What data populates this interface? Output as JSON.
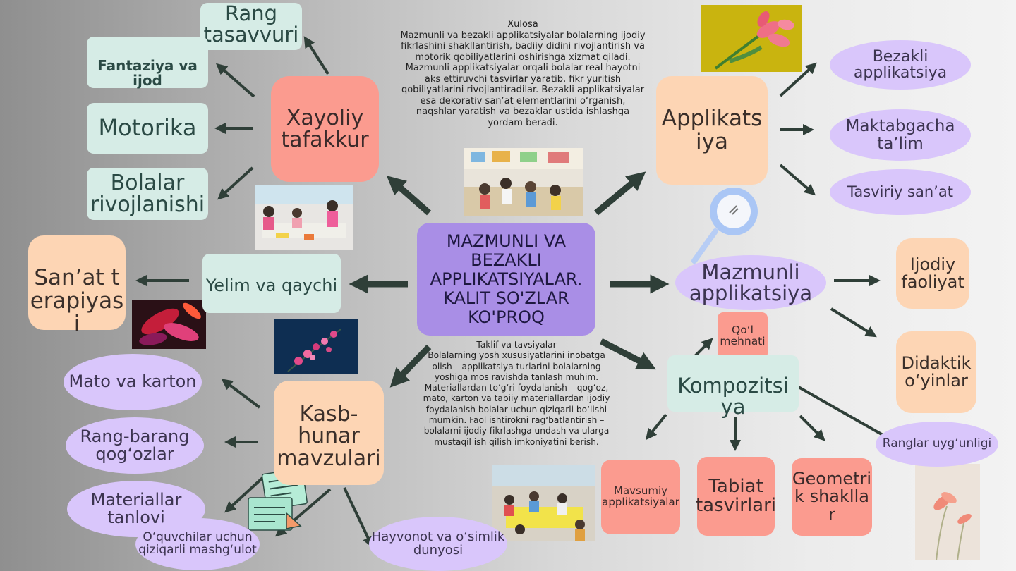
{
  "center": {
    "title": "MAZMUNLI VA BEZAKLI APPLIKATSIYALAR. KALIT SO'ZLAR KO'PROQ"
  },
  "xulosa": {
    "heading": "Xulosa",
    "text": "Mazmunli va bezakli applikatsiyalar bolalarning ijodiy fikrlashini shakllantirish, badiiy didini rivojlantirish va motorik qobiliyatlarini oshirishga xizmat qiladi. Mazmunli applikatsiyalar orqali bolalar real hayotni aks ettiruvchi tasvirlar yaratib, fikr yuritish qobiliyatlarini rivojlantiradilar. Bezakli applikatsiyalar esa dekorativ san’at elementlarini o‘rganish, naqshlar yaratish va bezaklar ustida ishlashga yordam beradi."
  },
  "taklif": {
    "heading": "Taklif va tavsiyalar",
    "text": "Bolalarning yosh xususiyatlarini inobatga olish – applikatsiya turlarini bolalarning yoshiga mos ravishda tanlash muhim. Materiallardan to‘g‘ri foydalanish – qog‘oz, mato, karton va tabiiy materiallardan ijodiy foydalanish bolalar uchun qiziqarli bo‘lishi mumkin. Faol ishtirokni rag‘batlantirish – bolalarni ijodiy fikrlashga undash va ularga mustaqil ish qilish imkoniyatini berish."
  },
  "left": {
    "xayoliy": "Xayoliy tafakkur",
    "rang_tasavvuri": "Rang tasavvuri",
    "fantaziya": "Fantaziya va ijod",
    "motorika": "Motorika",
    "bolalar": "Bolalar rivojlanishi",
    "yelim": "Yelim va qaychi",
    "sanat": "San’at terapiyasi",
    "kasb": "Kasb-hunar mavzulari",
    "mato": "Mato va karton",
    "rang_barang": "Rang-barang qog‘ozlar",
    "materiallar": "Materiallar tanlovi",
    "oquvchilar": "O‘quvchilar uchun qiziqarli mashg‘ulot",
    "hayvonot": "Hayvonot va o‘simlik dunyosi"
  },
  "right": {
    "applikatsiya": "Applikatsiya",
    "bezakli": "Bezakli applikatsiya",
    "maktabgacha": "Maktabgacha ta’lim",
    "tasviriy": "Tasviriy san’at",
    "mazmunli": "Mazmunli applikatsiya",
    "ijodiy": "Ijodiy faoliyat",
    "didaktik": "Didaktik o‘yinlar",
    "qol": "Qo‘l mehnati",
    "kompozitsiya": "Kompozitsiya",
    "ranglar": "Ranglar uyg‘unligi",
    "mavsumiy": "Mavsumiy applikatsiyalar",
    "tabiat": "Tabiat tasvirlari",
    "geometrik": "Geometrik shakllar"
  },
  "colors": {
    "mint": "#d6ece6",
    "salmon": "#fb9b8f",
    "peach": "#fdd5b4",
    "lavender": "#d9c6fb",
    "center": "#a98ee6",
    "arrow": "#2f3f38"
  },
  "icons": [
    "magnifier-icon",
    "notes-icon"
  ]
}
